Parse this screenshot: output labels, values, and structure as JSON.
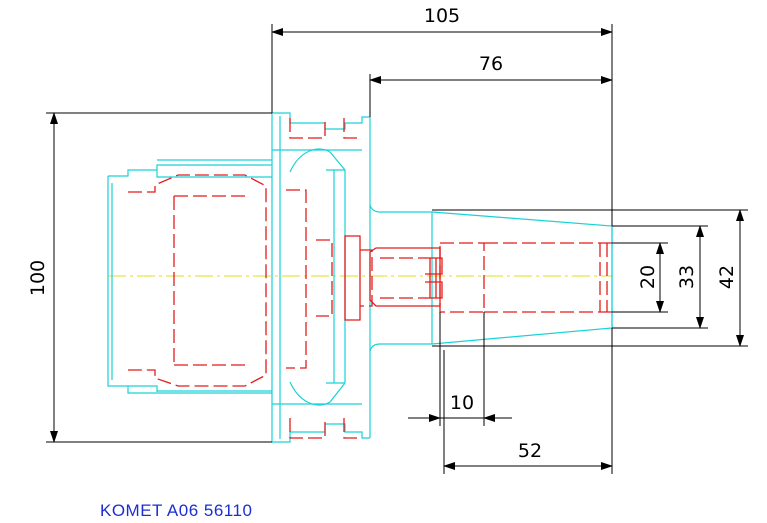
{
  "drawing": {
    "caption": "KOMET A06 56110",
    "dimensions": {
      "overall_length": "105",
      "taper_length": "76",
      "flange_diameter": "100",
      "bore_diameter": "20",
      "inner_diameter": "33",
      "outer_diameter": "42",
      "bore_offset": "10",
      "bore_depth": "52"
    },
    "colors": {
      "outline": "#19d2d8",
      "hidden_lines": "#e21c1c",
      "center_line": "#e3dc1a",
      "dimension_lines": "#000000",
      "caption": "#1a2fcf"
    }
  }
}
